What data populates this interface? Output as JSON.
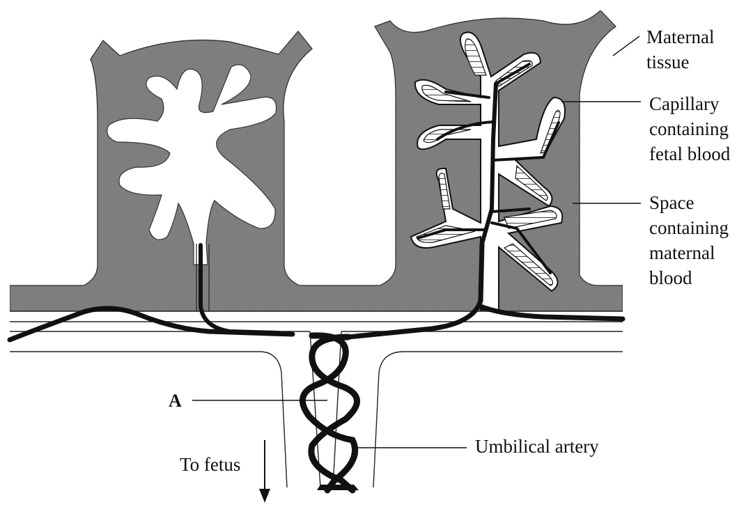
{
  "labels": {
    "maternal_tissue": [
      "Maternal",
      "tissue"
    ],
    "capillary": [
      "Capillary",
      "containing",
      "fetal blood"
    ],
    "space": [
      "Space",
      "containing",
      "maternal",
      "blood"
    ],
    "a": "A",
    "umbilical_artery": "Umbilical artery",
    "to_fetus": "To fetus"
  },
  "colors": {
    "tissue": "#8a8a8a",
    "vessel": "#111111",
    "background": "#ffffff"
  }
}
